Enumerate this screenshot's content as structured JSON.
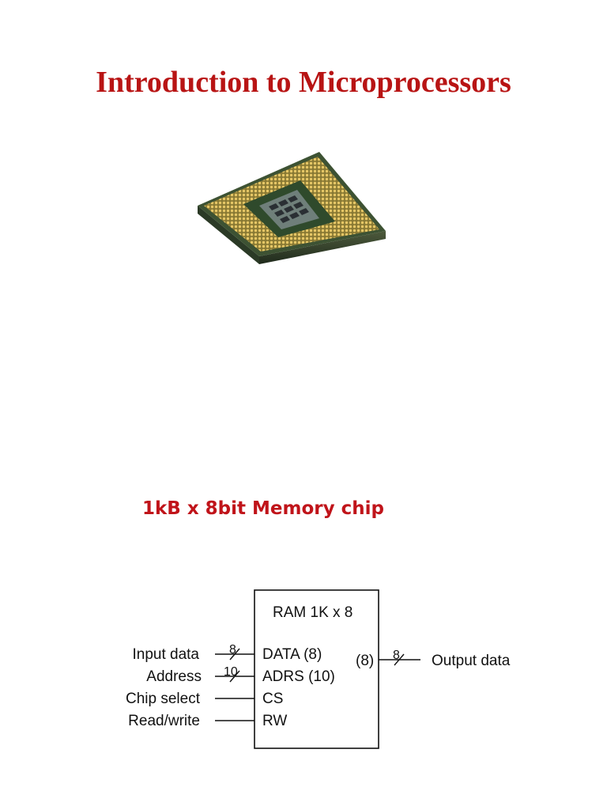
{
  "slide": {
    "title": "Introduction to Microprocessors",
    "subtitle": "1kB x 8bit Memory chip"
  },
  "cpu_image": {
    "icon": "cpu-chip-photo",
    "colors": {
      "substrate": "#2f4a2c",
      "pins": "#c9a544",
      "die": "#6f7f7a"
    }
  },
  "diagram": {
    "chip_label": "RAM 1K x 8",
    "inputs": [
      {
        "label": "Input data",
        "port": "DATA (8)",
        "bus_width": "8"
      },
      {
        "label": "Address",
        "port": "ADRS (10)",
        "bus_width": "10"
      },
      {
        "label": "Chip select",
        "port": "CS",
        "bus_width": ""
      },
      {
        "label": "Read/write",
        "port": "RW",
        "bus_width": ""
      }
    ],
    "output": {
      "port": "(8)",
      "bus_width": "8",
      "label": "Output data"
    }
  }
}
